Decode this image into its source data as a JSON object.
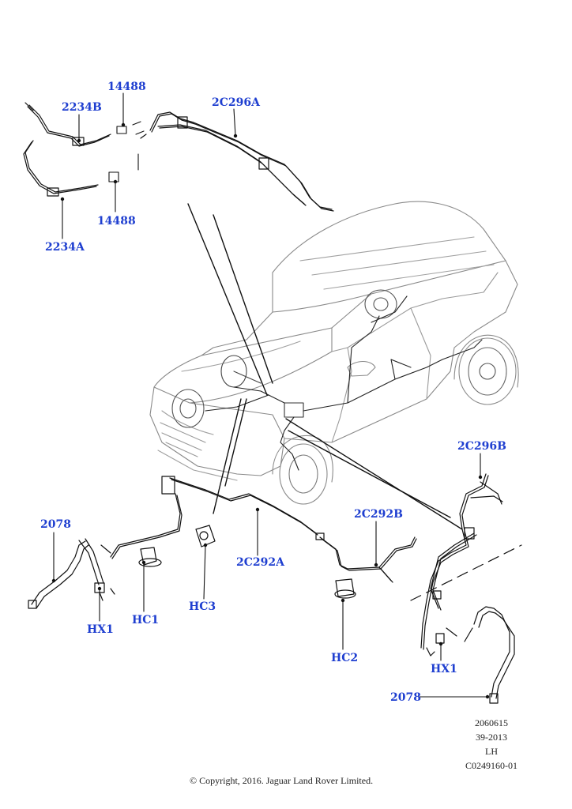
{
  "callouts": {
    "c_14488_top": "14488",
    "c_2234b": "2234B",
    "c_2c296a": "2C296A",
    "c_14488_bottom": "14488",
    "c_2234a": "2234A",
    "c_2c296b": "2C296B",
    "c_2078_left": "2078",
    "c_2c292b": "2C292B",
    "c_hc3": "HC3",
    "c_2c292a": "2C292A",
    "c_hx1_left": "HX1",
    "c_hc1": "HC1",
    "c_hc2": "HC2",
    "c_hx1_right": "HX1",
    "c_2078_right": "2078"
  },
  "meta": {
    "line1": "2060615",
    "line2": "39-2013",
    "line3": "LH",
    "line4": "C0249160-01"
  },
  "copyright": "© Copyright, 2016. Jaguar Land Rover Limited.",
  "colors": {
    "callout": "#1f3fd0",
    "line": "#111111",
    "car_outline": "#888888"
  }
}
